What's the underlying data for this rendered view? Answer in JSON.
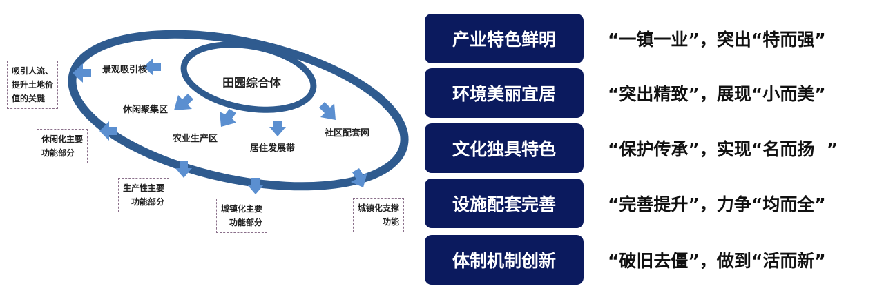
{
  "diagram": {
    "core": "田园综合体",
    "zones": [
      "景观吸引核",
      "休闲聚集区",
      "农业生产区",
      "居住发展带",
      "社区配套网"
    ],
    "functions": [
      "吸引人流、\n提升土地价\n值的关键",
      "休闲化主要\n功能部分",
      "生产性主要\n功能部分",
      "城镇化主要\n功能部分",
      "城镇化支撑\n功能"
    ]
  },
  "rows": [
    {
      "title": "产业特色鲜明",
      "slogan": "“一镇一业”，突出“特而强”"
    },
    {
      "title": "环境美丽宜居",
      "slogan": "“突出精致”，展现“小而美”"
    },
    {
      "title": "文化独具特色",
      "slogan": "“保护传承”，实现“名而扬  ”"
    },
    {
      "title": "设施配套完善",
      "slogan": "“完善提升”，力争“均而全”"
    },
    {
      "title": "体制机制创新",
      "slogan": "“破旧去僵”，做到“活而新”"
    }
  ],
  "colors": {
    "navy": "#0b1a5e",
    "ring": "#2f5b8f",
    "arrow": "#5b8fd0"
  }
}
